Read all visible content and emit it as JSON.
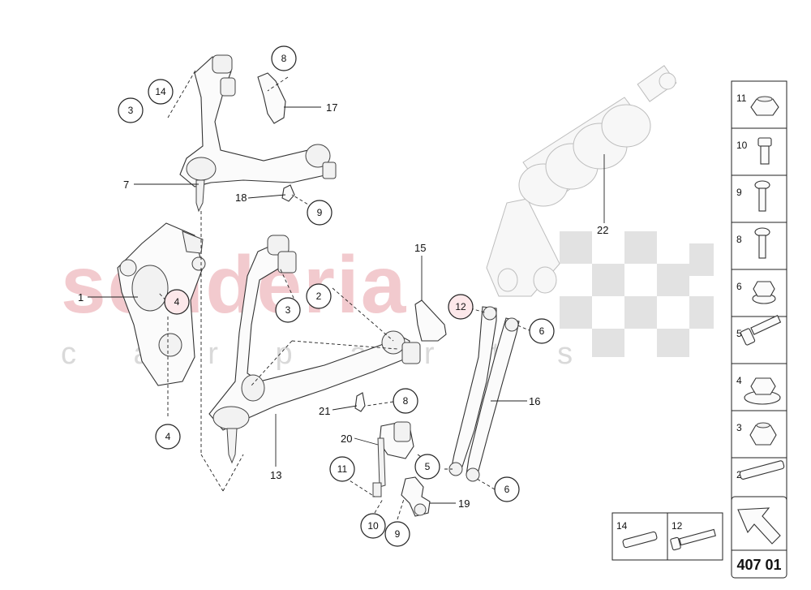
{
  "watermark": {
    "brand": "scuderia",
    "sub": "c a r p a r t s"
  },
  "callouts": {
    "c1": "1",
    "c2": "2",
    "c3a": "3",
    "c3b": "3",
    "c4a": "4",
    "c4b": "4",
    "c5": "5",
    "c6a": "6",
    "c6b": "6",
    "c7": "7",
    "c8a": "8",
    "c8b": "8",
    "c9a": "9",
    "c9b": "9",
    "c10": "10",
    "c11": "11",
    "c12": "12",
    "c13": "13",
    "c14": "14",
    "c15": "15",
    "c16": "16",
    "c17": "17",
    "c18": "18",
    "c19": "19",
    "c20": "20",
    "c21": "21",
    "c22": "22"
  },
  "side_panel": [
    "11",
    "10",
    "9",
    "8",
    "6",
    "5",
    "4",
    "3",
    "2"
  ],
  "bottom_panel": [
    "14",
    "12"
  ],
  "page_code": "407 01",
  "colors": {
    "highlight_circle": "#fde8ea",
    "watermark": "#e8a0a7"
  }
}
